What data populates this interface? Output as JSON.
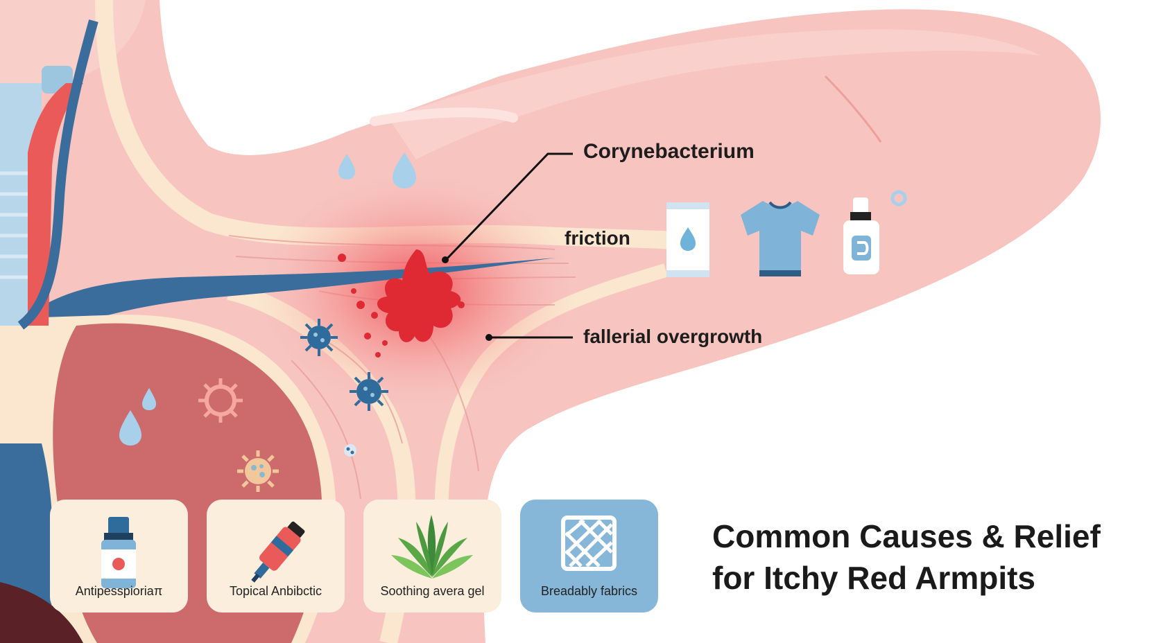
{
  "labels": {
    "bacterium": "Corynebacterium",
    "friction": "friction",
    "overgrowth": "fallerial overgrowth"
  },
  "cards": [
    {
      "label": "Antipesspioriaπ",
      "icon": "deodorant-bottle-icon"
    },
    {
      "label": "Topical Anbibctic",
      "icon": "ointment-tube-icon"
    },
    {
      "label": "Soothing avera gel",
      "icon": "aloe-vera-icon"
    },
    {
      "label": "Breadably fabrics",
      "icon": "fabric-weave-icon"
    }
  ],
  "title": {
    "line1": "Common Causes & Relief",
    "line2": "for Itchy Red Armpits"
  },
  "colors": {
    "skin": "#f7c3bf",
    "skin_light": "#fbd9d4",
    "inflammation": "#e02a33",
    "vein": "#3a6d9c",
    "artery": "#ea5a59",
    "bacteria": "#2f6c9c",
    "card_bg": "#fbeedd",
    "card_blue": "#86b7d9"
  }
}
